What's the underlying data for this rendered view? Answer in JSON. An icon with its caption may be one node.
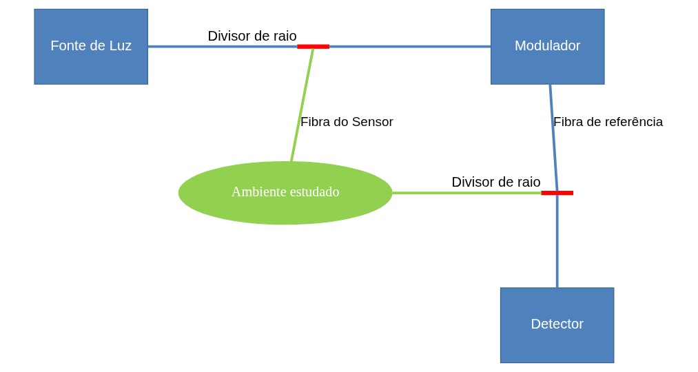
{
  "diagram": {
    "nodes": [
      {
        "text": [
          "Fonte de Luz"
        ]
      },
      {
        "text": [],
        "shape": "bar",
        "beside": [
          "Divisor de raio"
        ]
      },
      {
        "text": [
          "Modulador"
        ]
      },
      {
        "text": [
          "Ambiente estudado"
        ]
      },
      {
        "text": [],
        "shape": "bar",
        "beside": [
          "Divisor de raio"
        ]
      },
      {
        "text": [
          "Detector"
        ]
      }
    ],
    "edges": [
      {
        "from": 0,
        "to": 1,
        "arrow": "none"
      },
      {
        "from": 1,
        "to": 2,
        "arrow": "none"
      },
      {
        "from": 1,
        "to": 3,
        "arrow": "none",
        "label": "Fibra do Sensor",
        "color": "#92d050"
      },
      {
        "from": 3,
        "to": 4,
        "arrow": "none",
        "color": "#92d050"
      },
      {
        "from": 2,
        "to": 4,
        "arrow": "none",
        "label": "Fibra de referência"
      },
      {
        "from": 4,
        "to": 5,
        "arrow": "none"
      }
    ]
  }
}
